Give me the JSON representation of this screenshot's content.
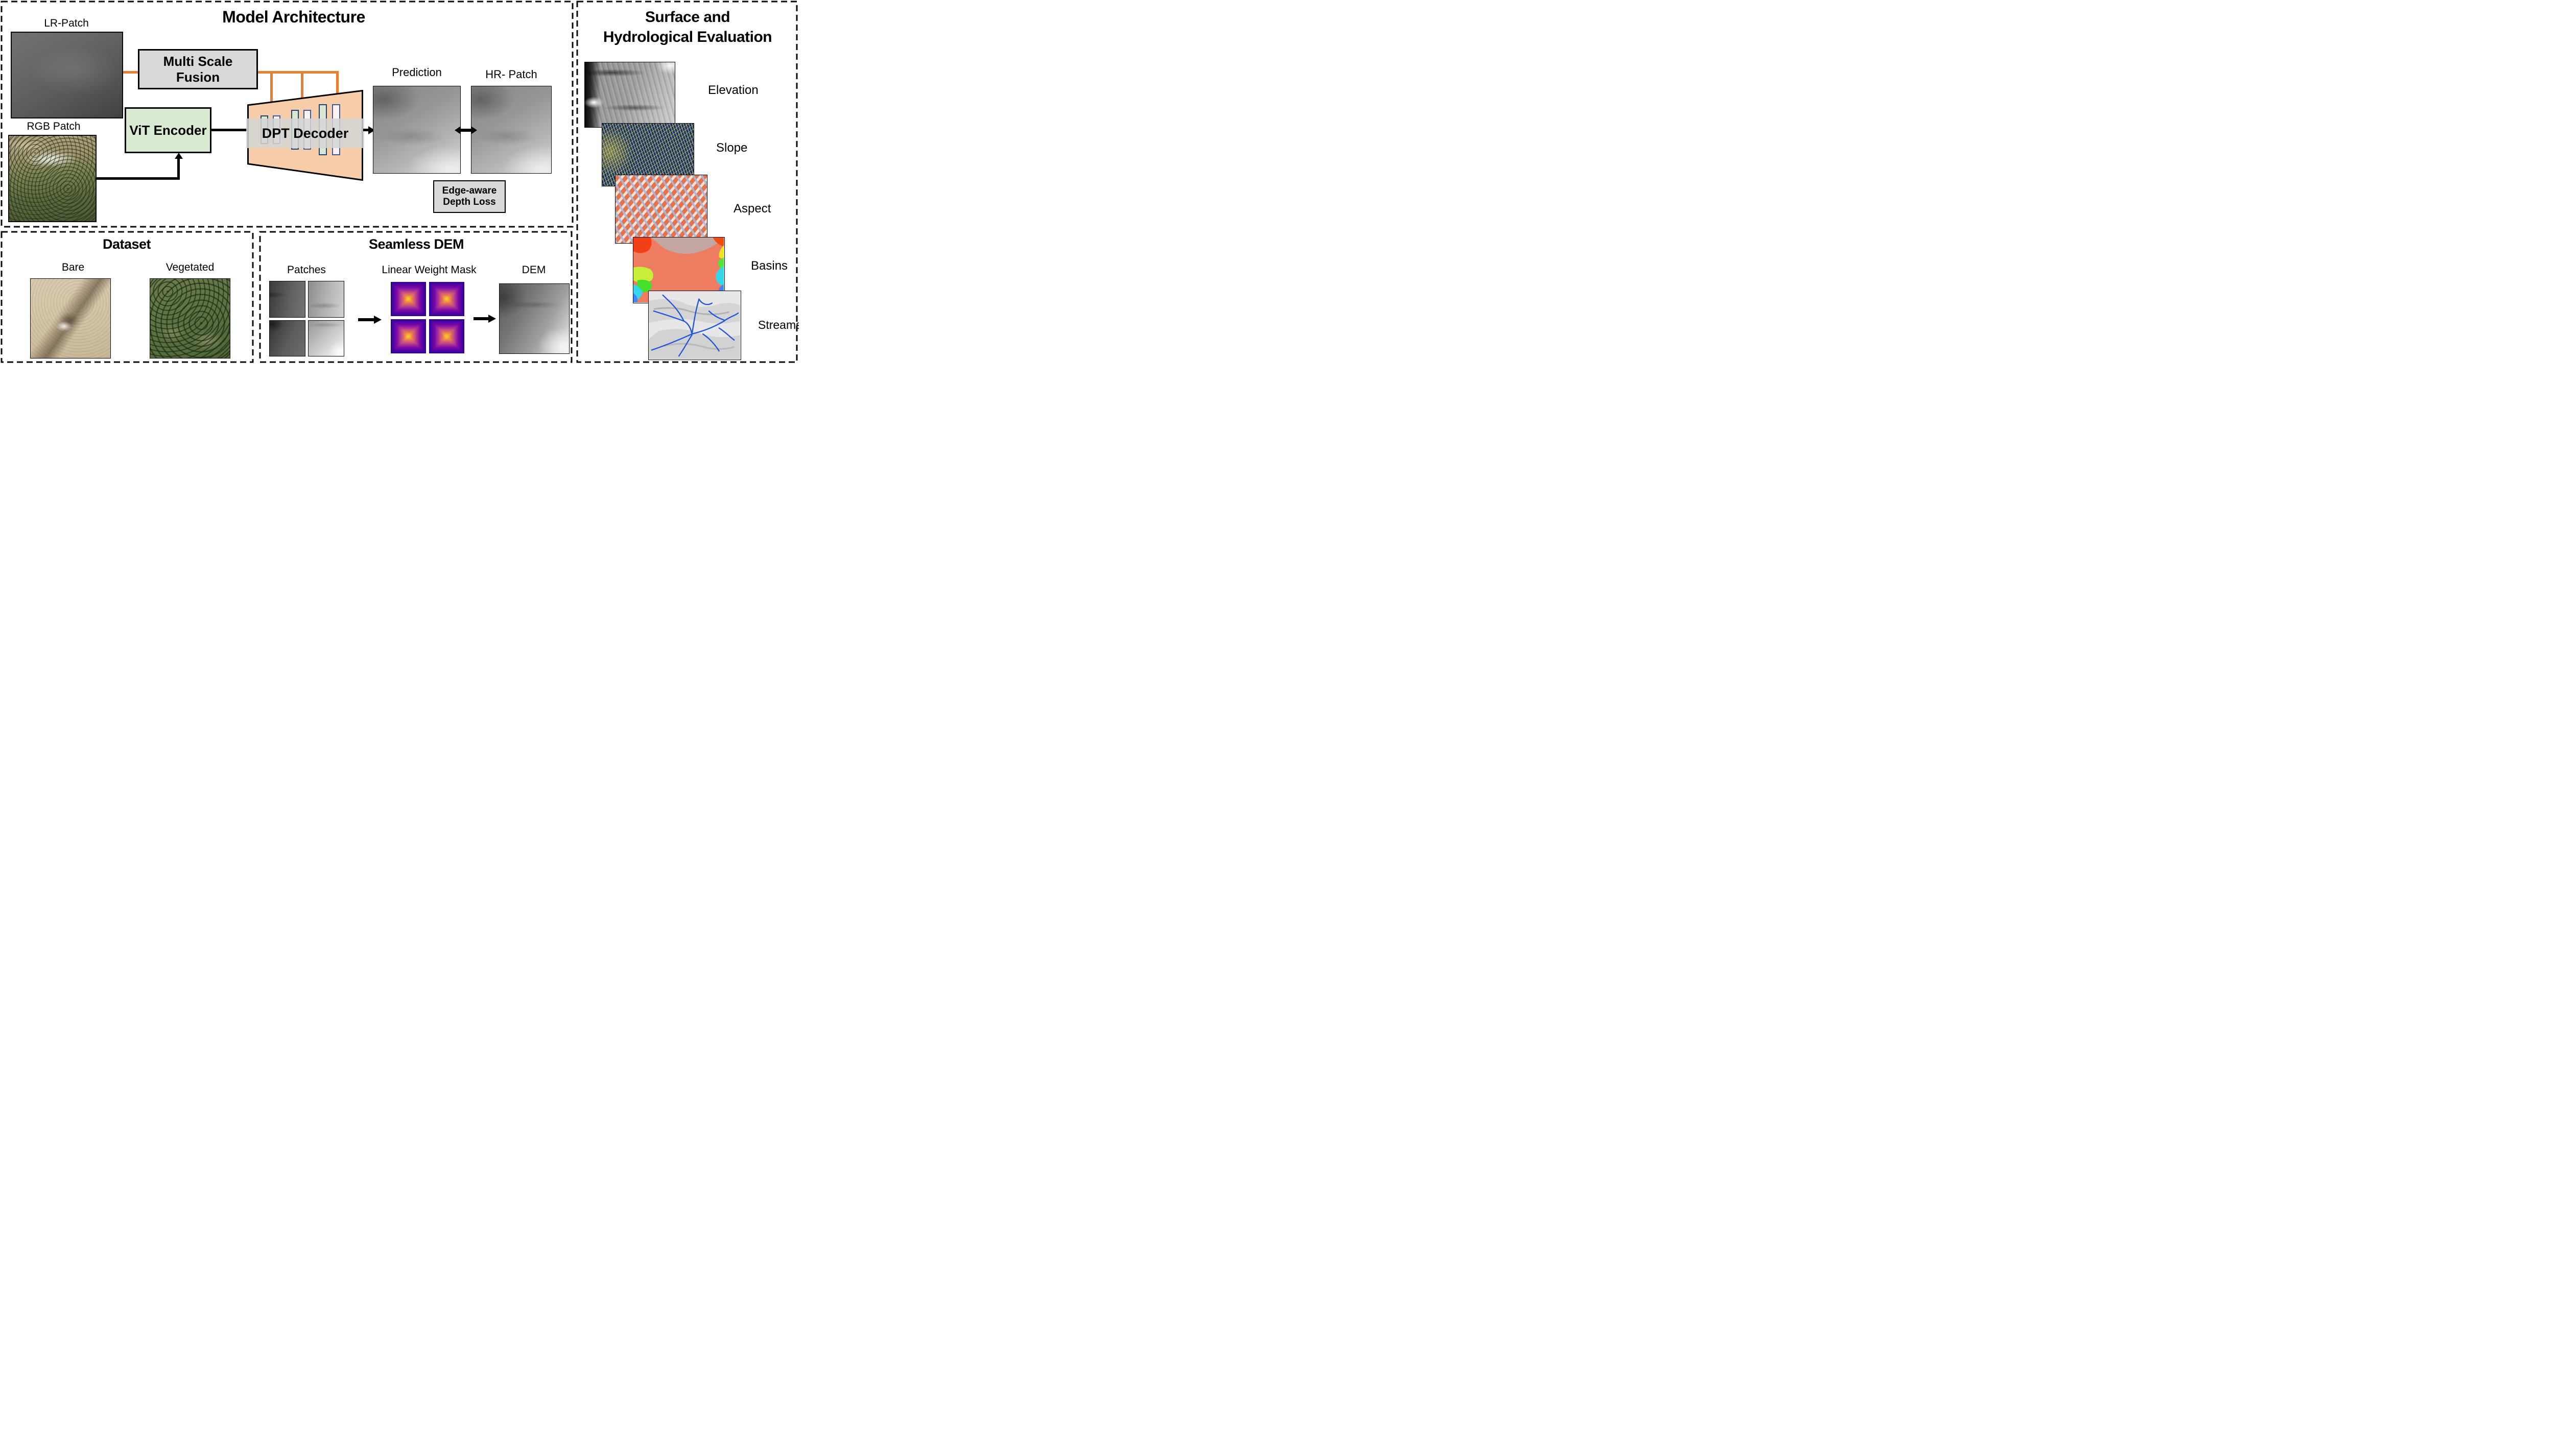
{
  "model_architecture": {
    "title": "Model Architecture",
    "lr_patch": {
      "label": "LR-Patch"
    },
    "rgb_patch": {
      "label": "RGB Patch"
    },
    "fusion_box": {
      "lines": [
        "Multi Scale",
        "Fusion"
      ]
    },
    "vit_encoder": {
      "label": "ViT Encoder"
    },
    "dpt_decoder": {
      "label": "DPT Decoder"
    },
    "prediction": {
      "label": "Prediction"
    },
    "hr_patch": {
      "label": "HR- Patch"
    },
    "loss_box": {
      "lines": [
        "Edge-aware",
        "Depth Loss"
      ]
    }
  },
  "dataset": {
    "title": "Dataset",
    "bare": {
      "label": "Bare"
    },
    "vegetated": {
      "label": "Vegetated"
    }
  },
  "seamless_dem": {
    "title": "Seamless DEM",
    "patches": {
      "label": "Patches"
    },
    "mask": {
      "label": "Linear Weight Mask"
    },
    "dem": {
      "label": "DEM"
    }
  },
  "evaluation": {
    "title_lines": [
      "Surface and",
      "Hydrological Evaluation"
    ],
    "layers": [
      {
        "label": "Elevation"
      },
      {
        "label": "Slope"
      },
      {
        "label": "Aspect"
      },
      {
        "label": "Basins"
      },
      {
        "label": "Streams"
      }
    ]
  },
  "colors": {
    "accent_orange": "#E87E2E",
    "encoder_green": "#D9EAD3",
    "decoder_peach": "#F7CDA9",
    "box_gray": "#D9D9D9",
    "bar_green": "#D8E6D2",
    "bar_pink": "#FDF1F1",
    "bar_border_navy": "#3A5BA0",
    "slope_navy": "#17356F",
    "slope_yellow": "#E9D552",
    "aspect_salmon": "#E4724E",
    "basin_salmon": "#ED7C60",
    "stream_blue": "#2256D9"
  }
}
